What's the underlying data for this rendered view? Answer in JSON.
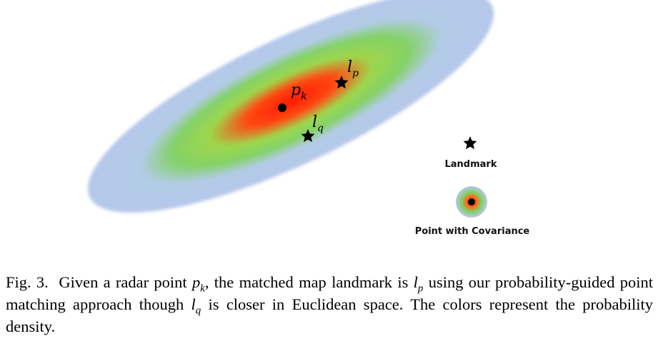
{
  "figure": {
    "point_label": {
      "base": "p",
      "sub": "k"
    },
    "landmark_p_label": {
      "base": "l",
      "sub": "p"
    },
    "landmark_q_label": {
      "base": "l",
      "sub": "q"
    },
    "legend": {
      "landmark_label": "Landmark",
      "covariance_label": "Point with Covariance"
    },
    "colors": {
      "outer": "#b4c8ea",
      "mid": "#7fcf5a",
      "core": "#ff2a0a",
      "point": "#000000"
    }
  },
  "caption": {
    "fig_label": "Fig. 3.",
    "t1": "Given a radar point ",
    "pk_base": "p",
    "pk_sub": "k",
    "t2": ", the matched map landmark is ",
    "lp_base": "l",
    "lp_sub": "p",
    "t3": " using our probability-guided point matching approach though ",
    "lq_base": "l",
    "lq_sub": "q",
    "t4": " is closer in Euclidean space. The colors represent the probability density."
  }
}
